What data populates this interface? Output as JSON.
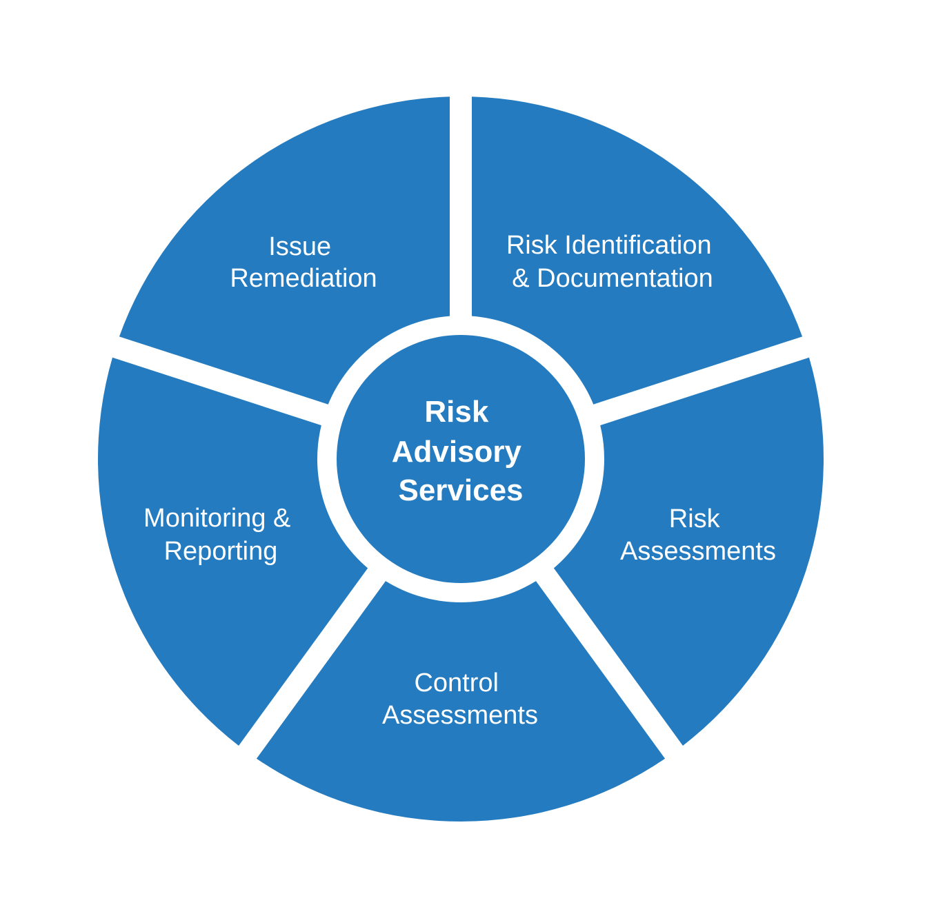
{
  "diagram": {
    "colors": {
      "segment": "#247bbf",
      "hub": "#247bbf",
      "background": "#ffffff",
      "text": "#ffffff"
    },
    "hub": {
      "lines": [
        "Risk",
        "Advisory",
        "Services"
      ]
    },
    "segments": [
      {
        "id": "risk-identification",
        "lines": [
          "Risk Identification",
          "& Documentation"
        ]
      },
      {
        "id": "risk-assessments",
        "lines": [
          "Risk",
          "Assessments"
        ]
      },
      {
        "id": "control-assessments",
        "lines": [
          "Control",
          "Assessments"
        ]
      },
      {
        "id": "monitoring-reporting",
        "lines": [
          "Monitoring &",
          "Reporting"
        ]
      },
      {
        "id": "issue-remediation",
        "lines": [
          "Issue",
          "Remediation"
        ]
      }
    ]
  }
}
